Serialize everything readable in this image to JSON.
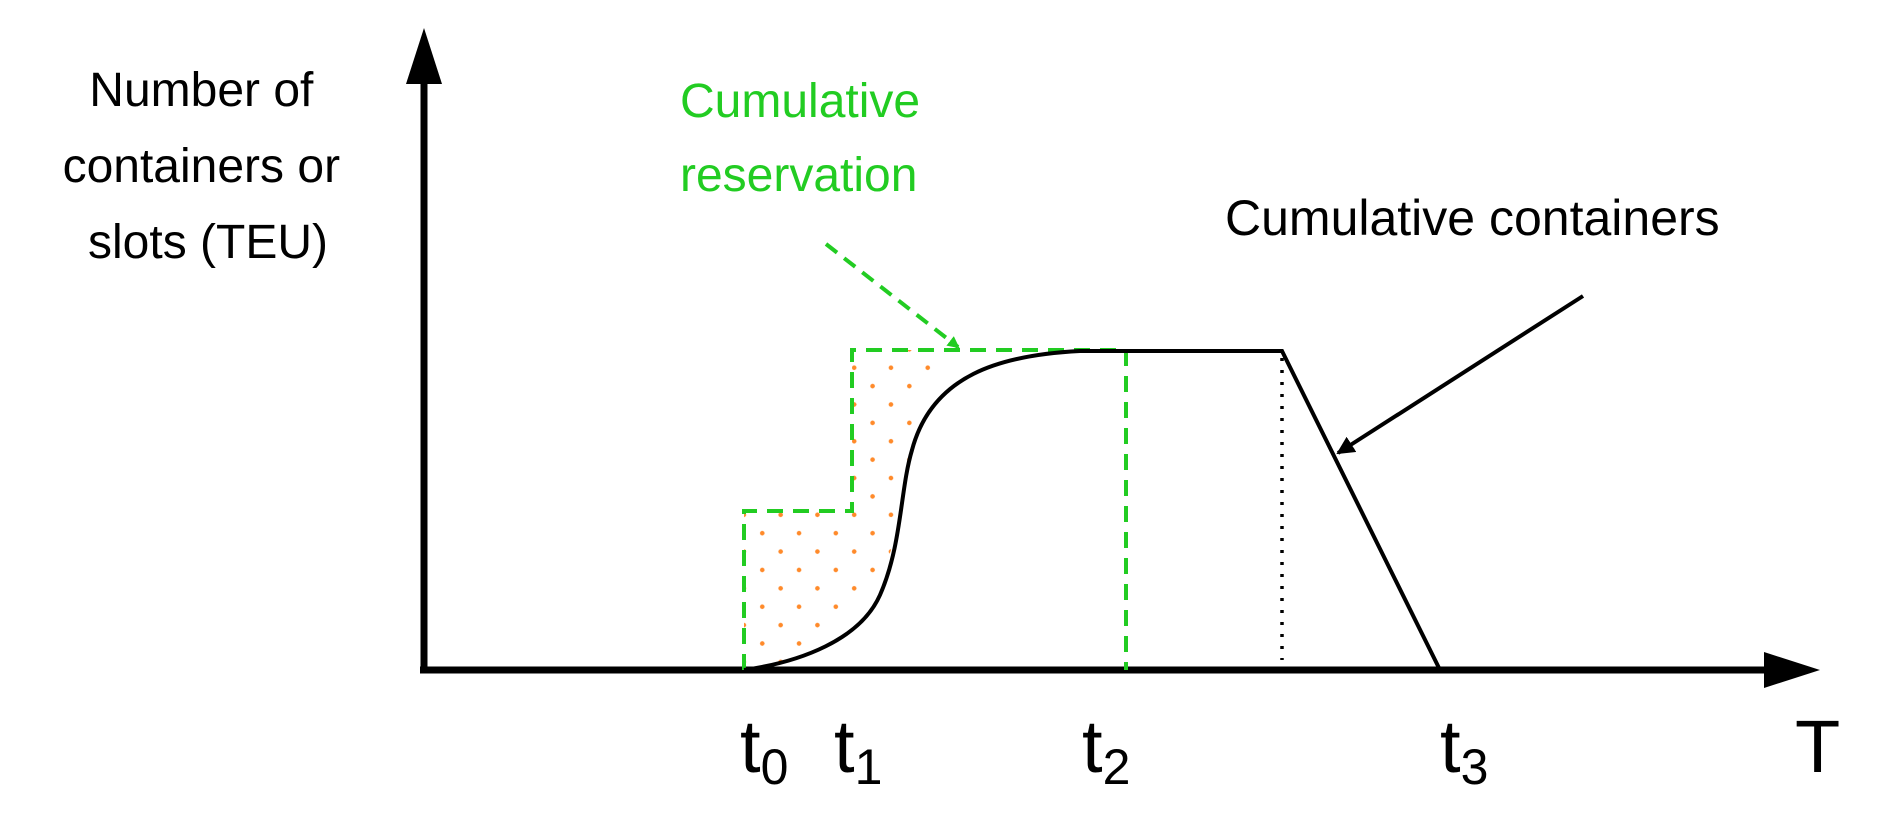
{
  "y_axis": {
    "label_lines": [
      "Number of",
      "containers or",
      "slots (TEU)"
    ]
  },
  "x_axis": {
    "label": "T",
    "ticks": [
      {
        "base": "t",
        "sub": "0"
      },
      {
        "base": "t",
        "sub": "1"
      },
      {
        "base": "t",
        "sub": "2"
      },
      {
        "base": "t",
        "sub": "3"
      }
    ]
  },
  "annotations": {
    "reservation_lines": [
      "Cumulative",
      "reservation"
    ],
    "containers": "Cumulative containers"
  },
  "colors": {
    "axis": "#000000",
    "containers_curve": "#000000",
    "reservation": "#22cc22",
    "gap_dots": "#ff8a2a"
  }
}
